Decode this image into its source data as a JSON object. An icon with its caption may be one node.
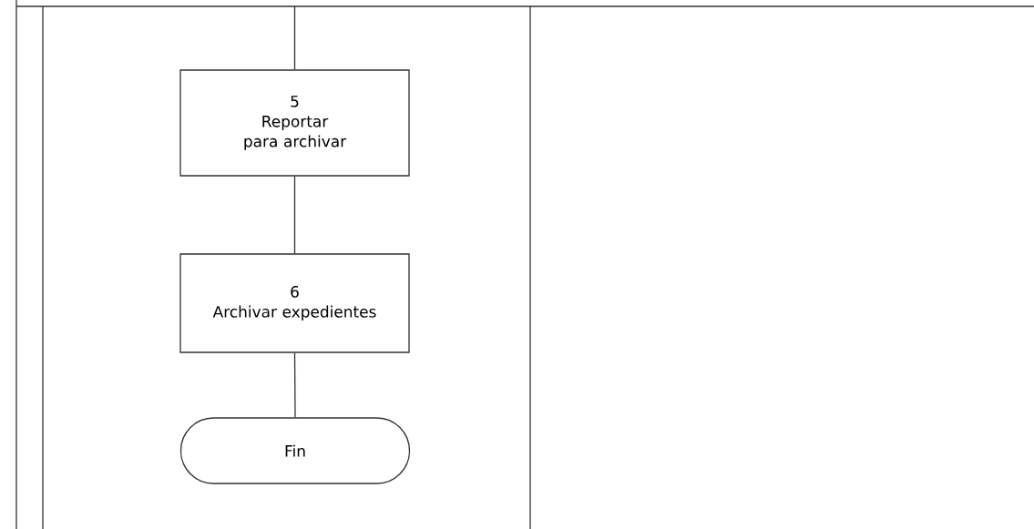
{
  "diagram": {
    "nodes": [
      {
        "text": [
          "5",
          "Reportar para archivar"
        ]
      },
      {
        "text": [
          "6",
          "Archivar expedientes"
        ]
      },
      {
        "text": [
          "Fin"
        ]
      }
    ],
    "edges": [
      {
        "from": null,
        "to": 0,
        "arrow": "none"
      },
      {
        "from": 0,
        "to": 1,
        "arrow": "none"
      },
      {
        "from": 1,
        "to": 2,
        "arrow": "none"
      }
    ]
  }
}
